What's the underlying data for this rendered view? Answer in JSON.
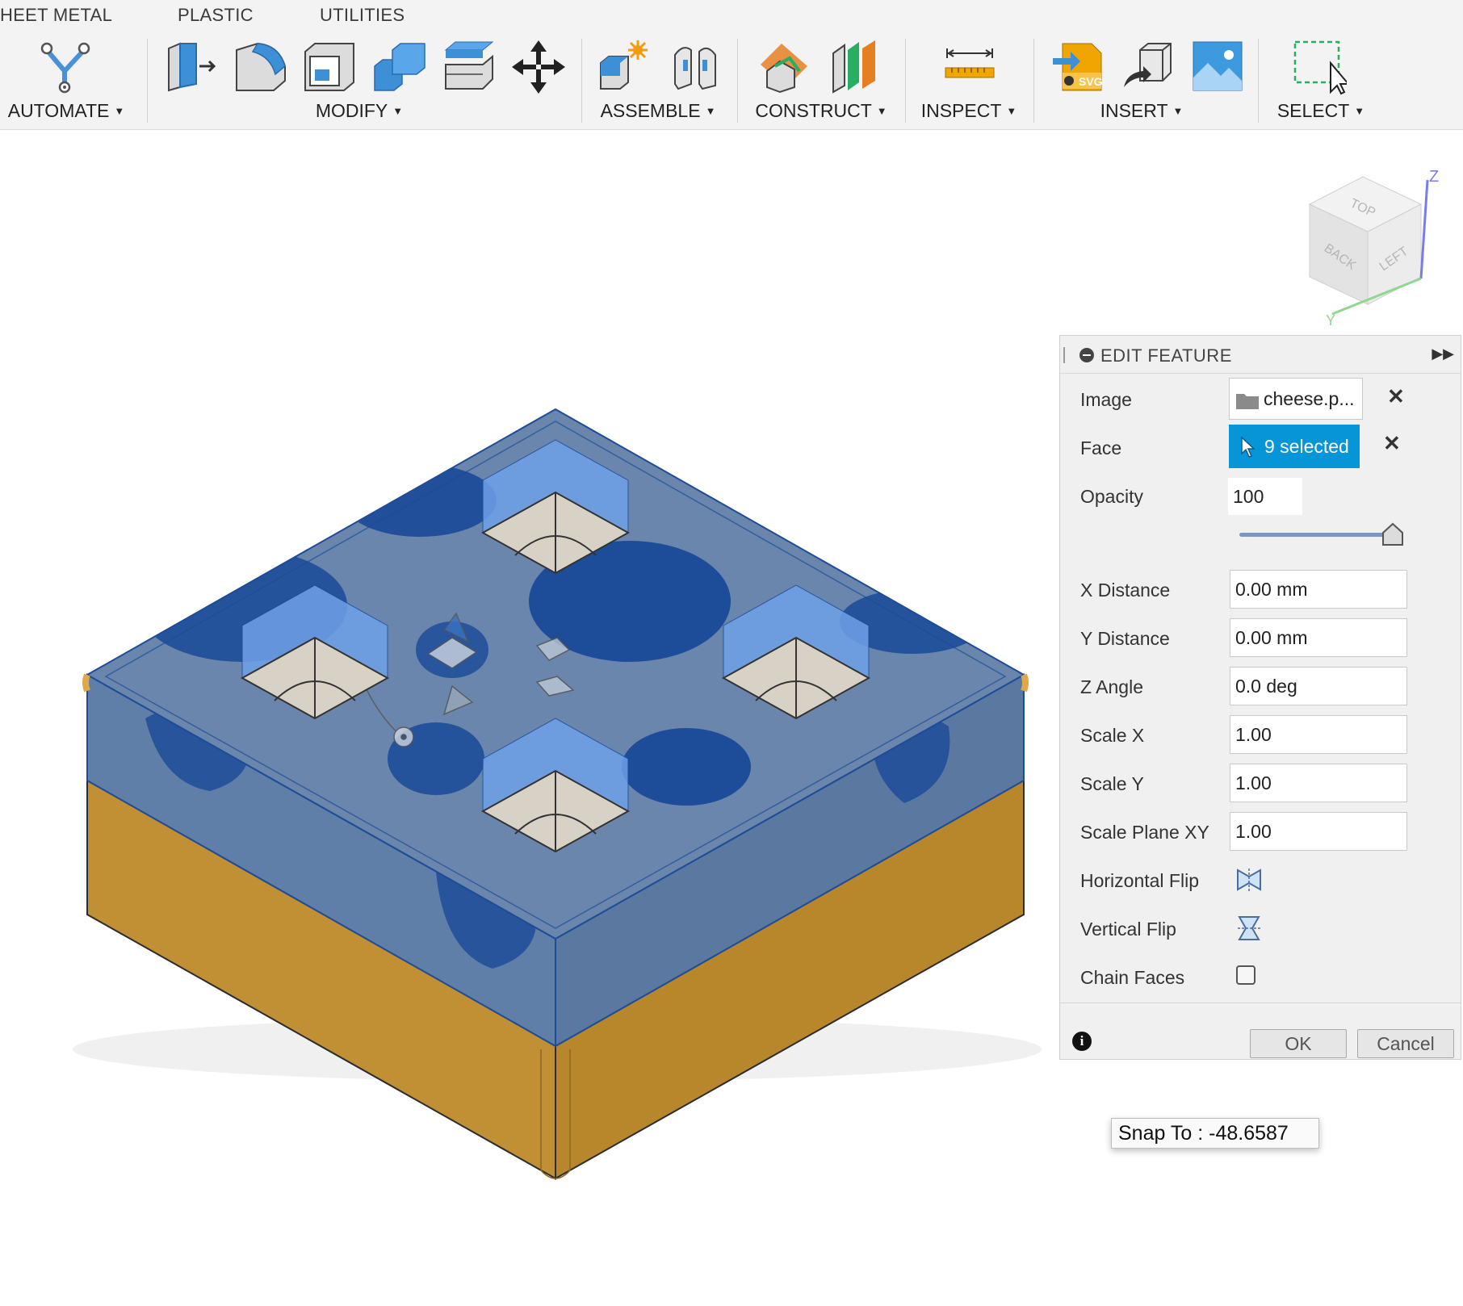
{
  "toolbar": {
    "tabs": [
      "HEET METAL",
      "PLASTIC",
      "UTILITIES"
    ],
    "groups": {
      "automate": "AUTOMATE",
      "modify": "MODIFY",
      "assemble": "ASSEMBLE",
      "construct": "CONSTRUCT",
      "inspect": "INSPECT",
      "insert": "INSERT",
      "select": "SELECT"
    },
    "accent": "#3d8fd6",
    "icons": {
      "automate": "automate-branch-icon",
      "modify": [
        "press-pull-icon",
        "fillet-icon",
        "shell-icon",
        "combine-icon",
        "offset-face-icon",
        "move-copy-icon"
      ],
      "assemble": [
        "new-component-icon",
        "joint-icon"
      ],
      "construct": [
        "offset-plane-icon",
        "midplane-icon"
      ],
      "inspect": "measure-icon",
      "insert": [
        "insert-svg-icon",
        "insert-mesh-icon",
        "insert-image-icon"
      ],
      "select": "window-select-icon"
    }
  },
  "viewcube": {
    "faces": [
      "TOP",
      "BACK",
      "LEFT"
    ],
    "axes": [
      "Z",
      "Y"
    ]
  },
  "edit_feature": {
    "title": "EDIT FEATURE",
    "image_label": "Image",
    "image_value": "cheese.p...",
    "face_label": "Face",
    "face_value": "9 selected",
    "opacity_label": "Opacity",
    "opacity_value": "100",
    "opacity_level": 1.0,
    "x_distance_label": "X Distance",
    "x_distance_value": "0.00 mm",
    "y_distance_label": "Y Distance",
    "y_distance_value": "0.00 mm",
    "z_angle_label": "Z Angle",
    "z_angle_value": "0.0 deg",
    "scale_x_label": "Scale X",
    "scale_x_value": "1.00",
    "scale_y_label": "Scale Y",
    "scale_y_value": "1.00",
    "scale_plane_label": "Scale Plane XY",
    "scale_plane_value": "1.00",
    "horizontal_flip_label": "Horizontal Flip",
    "vertical_flip_label": "Vertical Flip",
    "chain_faces_label": "Chain Faces",
    "chain_faces_checked": false,
    "ok_label": "OK",
    "cancel_label": "Cancel",
    "selected_color": "#0696d7"
  },
  "snap_tooltip": "Snap To : -48.6587",
  "model_colors": {
    "body": "#c18f34",
    "decal": "#3f6aa5",
    "spot": "#1d4c99",
    "bump": "#6ea0e8"
  }
}
